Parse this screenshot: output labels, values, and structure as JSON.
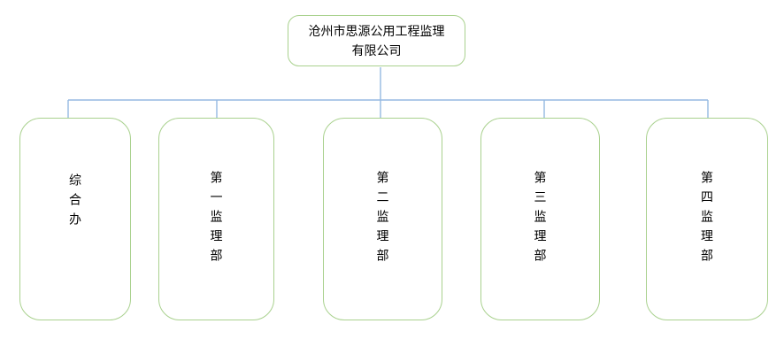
{
  "colors": {
    "box_border": "#a9d18e",
    "connector": "#95b9e2",
    "text": "#000000",
    "background": "#ffffff"
  },
  "root": {
    "name": "沧州市思源公用工程监理有限公司",
    "name_line1": "沧州市思源公用工程监理",
    "name_line2": "有限公司"
  },
  "departments": [
    {
      "label": "综合办"
    },
    {
      "label": "第一监理部"
    },
    {
      "label": "第二监理部"
    },
    {
      "label": "第三监理部"
    },
    {
      "label": "第四监理部"
    }
  ]
}
